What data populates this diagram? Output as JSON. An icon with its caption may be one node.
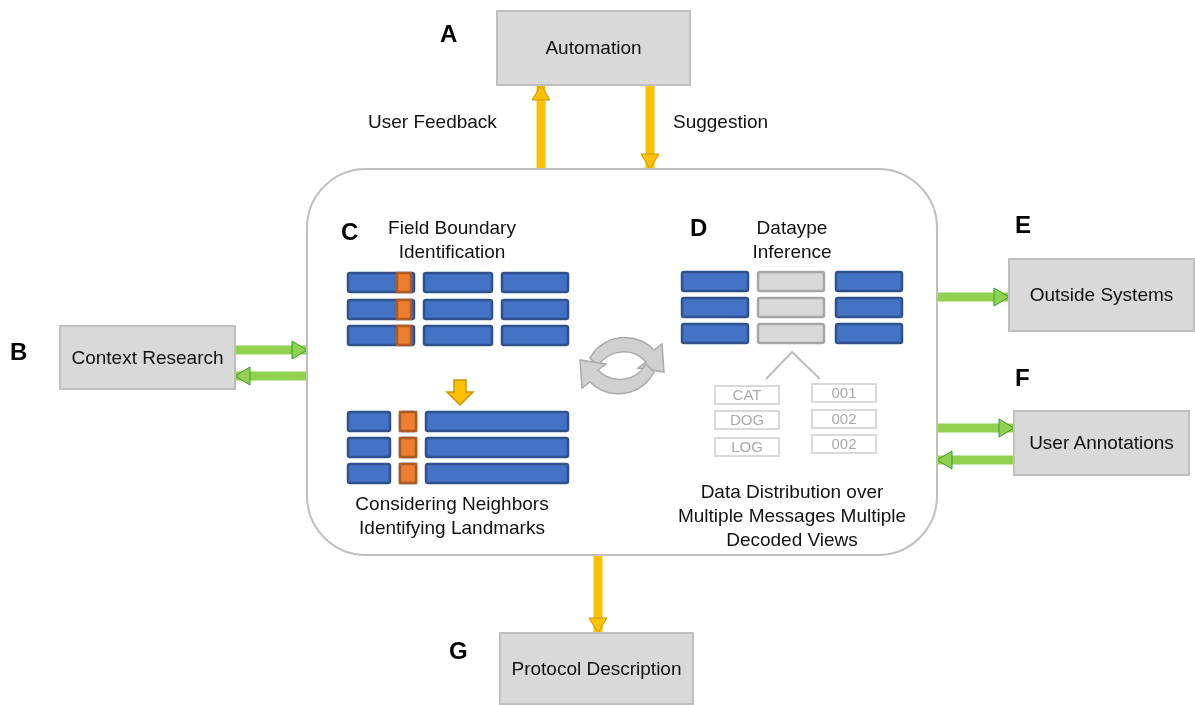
{
  "diagram": {
    "nodes": [
      {
        "text": [
          "Automation"
        ],
        "beside": [
          "A"
        ]
      },
      {
        "text": [
          "Context Research"
        ],
        "beside": [
          "B"
        ]
      },
      {
        "text": [
          "C",
          "Field Boundary Identification",
          "Considering Neighbors Identifying Landmarks",
          "D",
          "Dataype Inference",
          "Data Distribution over Multiple Messages Multiple Decoded Views"
        ]
      },
      {
        "text": [
          "CAT"
        ],
        "in": 2
      },
      {
        "text": [
          "001"
        ],
        "in": 2
      },
      {
        "text": [
          "DOG"
        ],
        "in": 2
      },
      {
        "text": [
          "002"
        ],
        "in": 2
      },
      {
        "text": [
          "LOG"
        ],
        "in": 2
      },
      {
        "text": [
          "002"
        ],
        "in": 2
      },
      {
        "text": [
          "Outside Systems"
        ],
        "beside": [
          "E"
        ]
      },
      {
        "text": [
          "User Annotations"
        ],
        "beside": [
          "F"
        ]
      },
      {
        "text": [
          "Protocol Description"
        ],
        "beside": [
          "G"
        ]
      }
    ],
    "edges": [
      {
        "from": 2,
        "to": 0,
        "arrow": "to",
        "label": "User Feedback",
        "color": "#ffc000"
      },
      {
        "from": 0,
        "to": 2,
        "arrow": "to",
        "label": "Suggestion",
        "color": "#ffc000"
      },
      {
        "from": 1,
        "to": 2,
        "arrow": "to"
      },
      {
        "from": 2,
        "to": 1,
        "arrow": "to"
      },
      {
        "from": 2,
        "to": 9,
        "arrow": "to"
      },
      {
        "from": 2,
        "to": 10,
        "arrow": "to"
      },
      {
        "from": 10,
        "to": 2,
        "arrow": "to"
      },
      {
        "from": 2,
        "to": 11,
        "arrow": "to",
        "color": "#ffc000"
      }
    ]
  }
}
